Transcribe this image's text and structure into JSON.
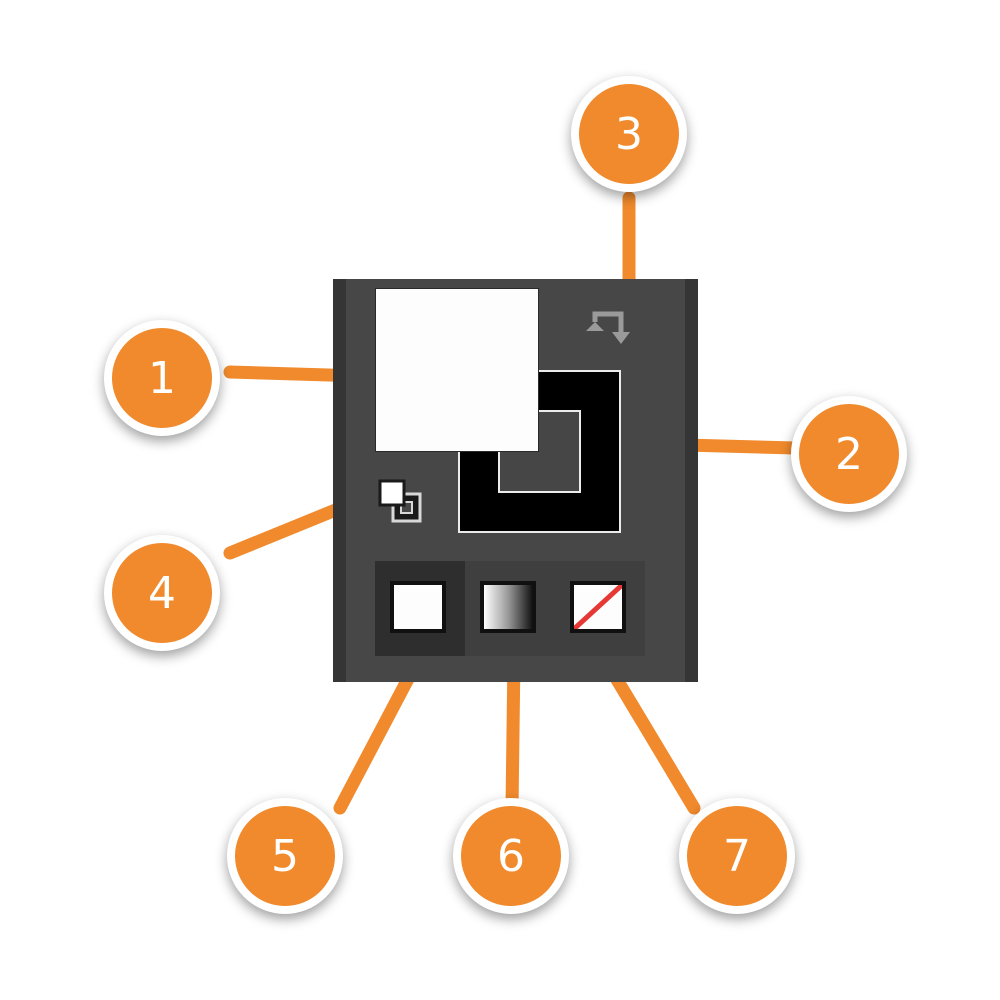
{
  "callouts": {
    "c1": "1",
    "c2": "2",
    "c3": "3",
    "c4": "4",
    "c5": "5",
    "c6": "6",
    "c7": "7"
  },
  "colors": {
    "accent": "#F08A2C",
    "panel": "#474747",
    "fill": "#FDFDFD",
    "stroke": "#000000",
    "none_slash": "#E53935"
  },
  "tool": {
    "fill_swatch": "fill",
    "stroke_swatch": "stroke",
    "swap_icon": "swap-arrows-icon",
    "default_icon": "default-fill-stroke-icon",
    "modes": [
      "color",
      "gradient",
      "none"
    ],
    "active_mode": "color"
  }
}
